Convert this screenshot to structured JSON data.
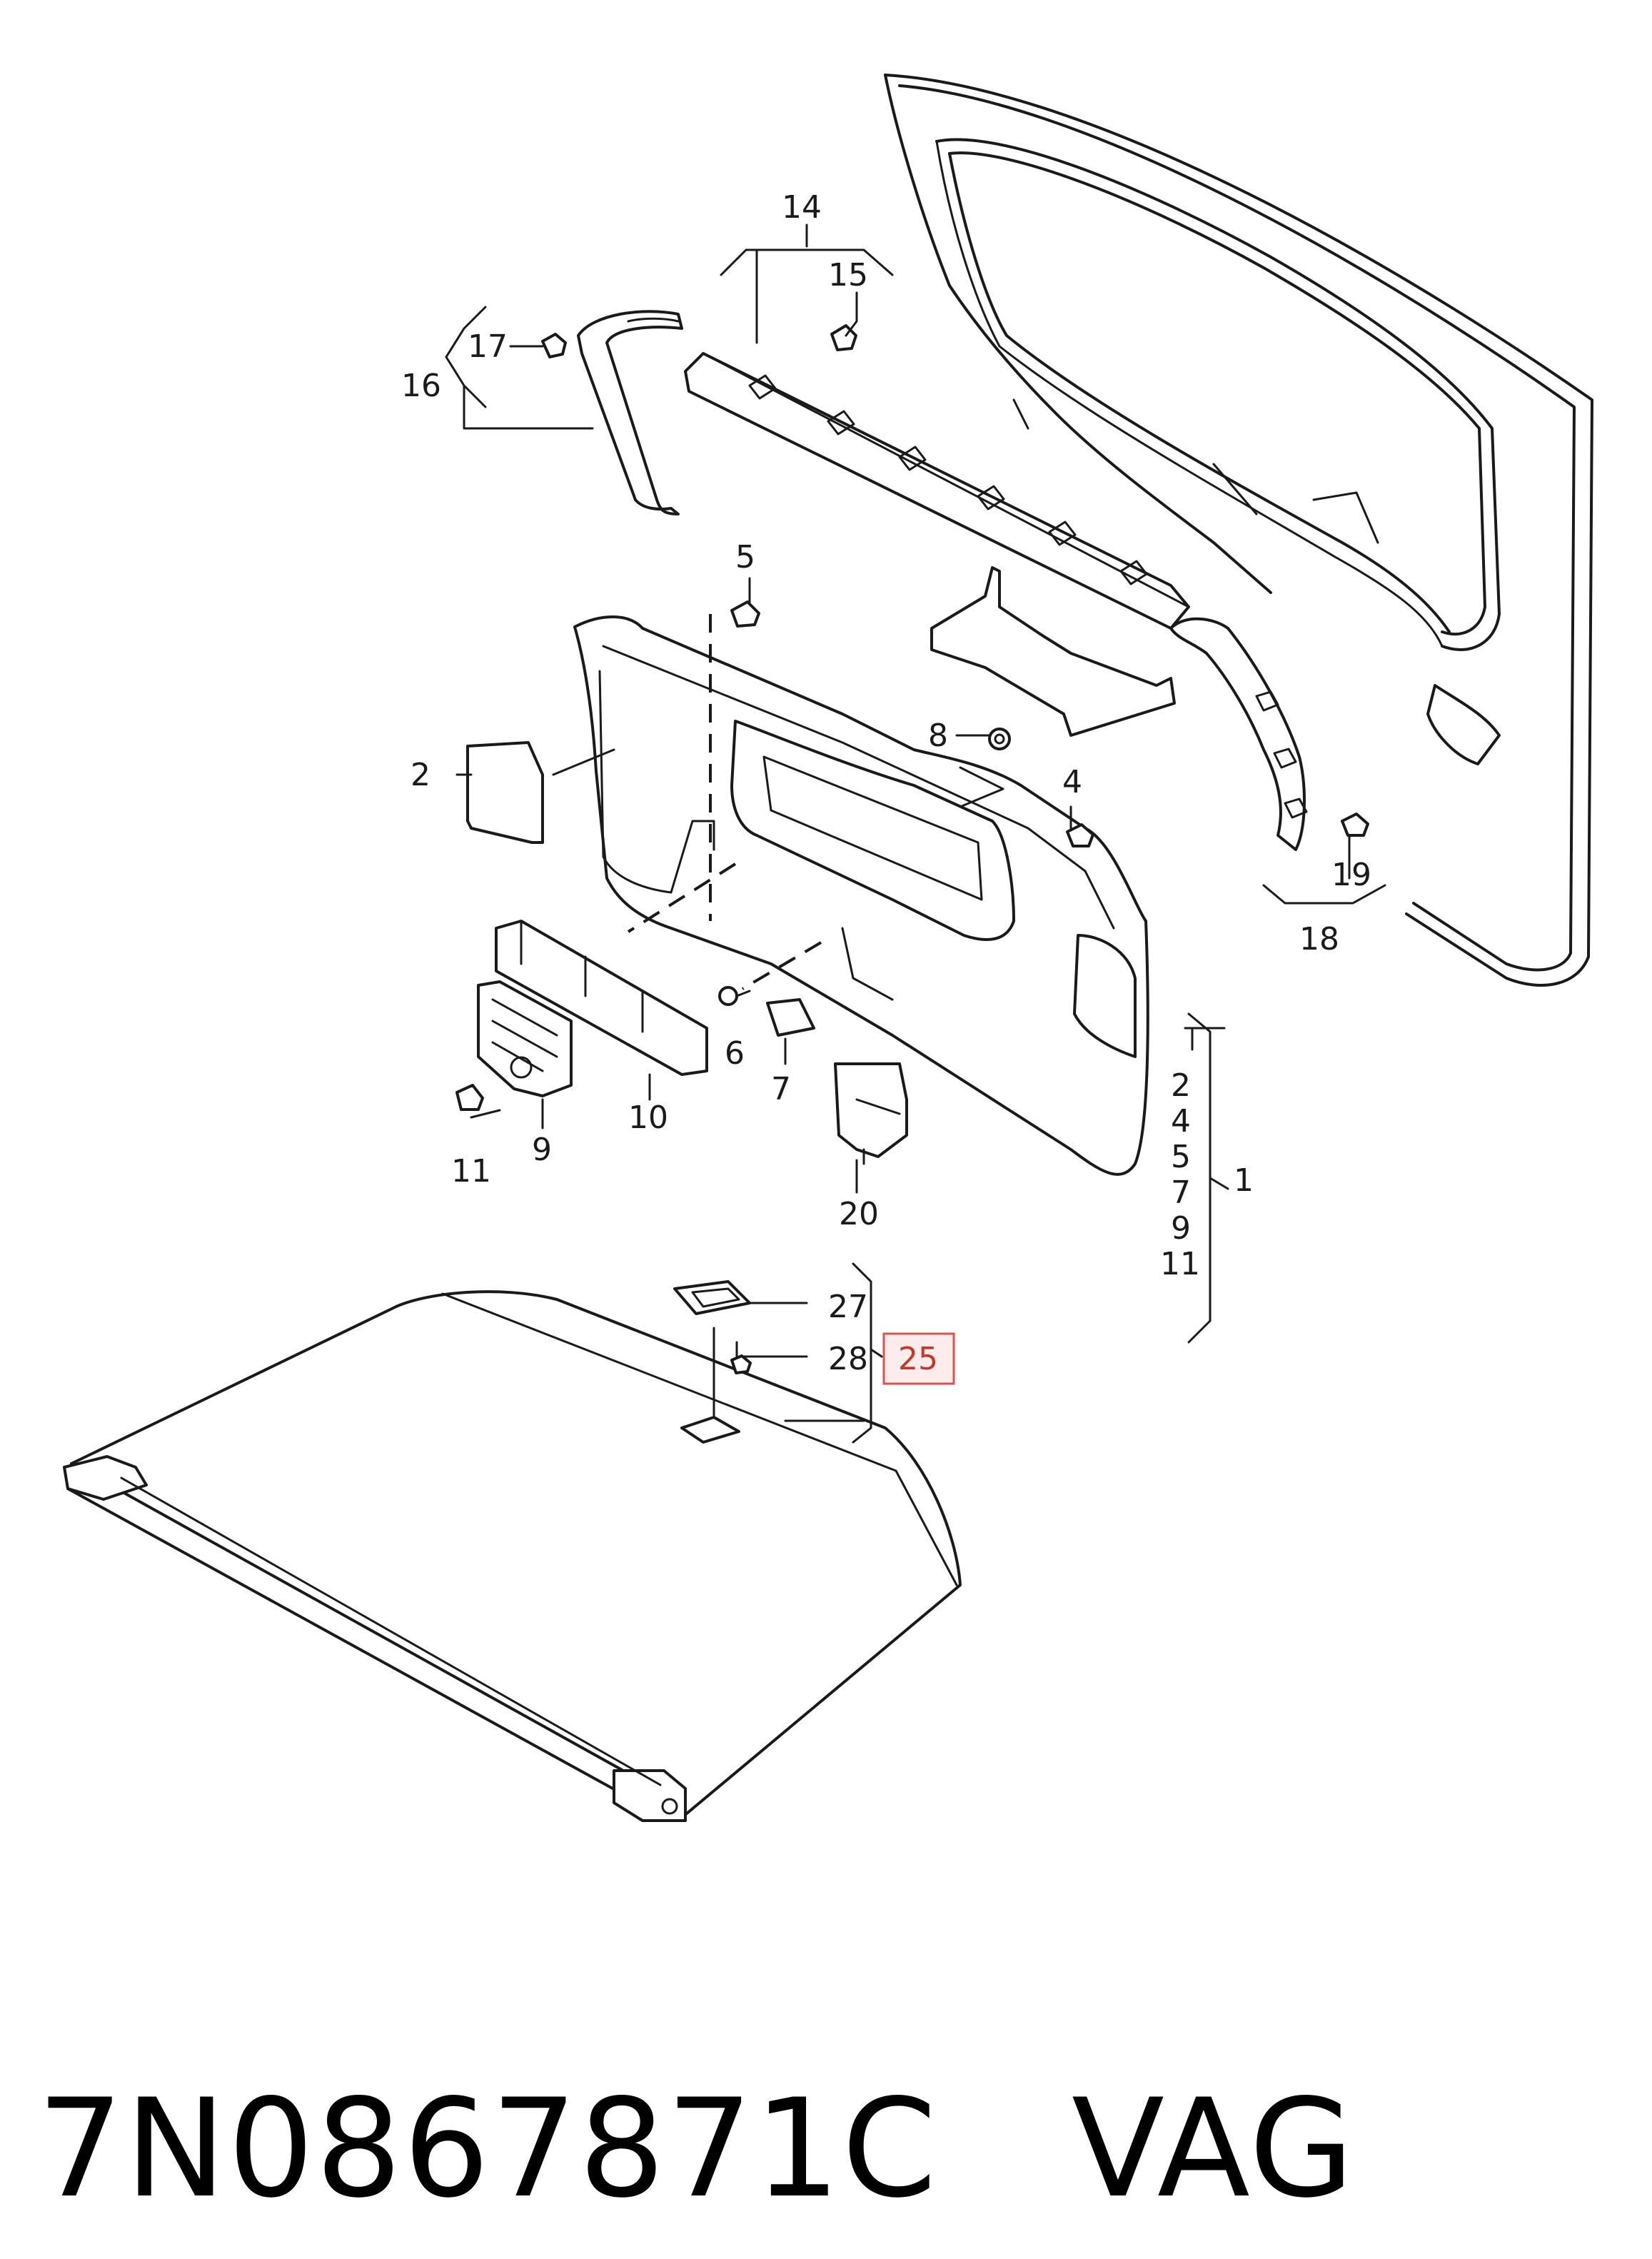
{
  "callouts": {
    "c14": "14",
    "c15": "15",
    "c16": "16",
    "c17": "17",
    "c5": "5",
    "c2": "2",
    "c8": "8",
    "c4": "4",
    "c19": "19",
    "c18": "18",
    "c6": "6",
    "c7": "7",
    "c10": "10",
    "c11": "11",
    "c9": "9",
    "c20": "20",
    "c1": "1",
    "c27": "27",
    "c28": "28",
    "c25": "25"
  },
  "group_1_list": [
    "2",
    "4",
    "5",
    "7",
    "9",
    "11"
  ],
  "highlight": {
    "part": "25",
    "color": "#d9534f",
    "fill": "#fdecec"
  },
  "caption": {
    "part_number": "7N0867871C",
    "brand": "VAG"
  }
}
